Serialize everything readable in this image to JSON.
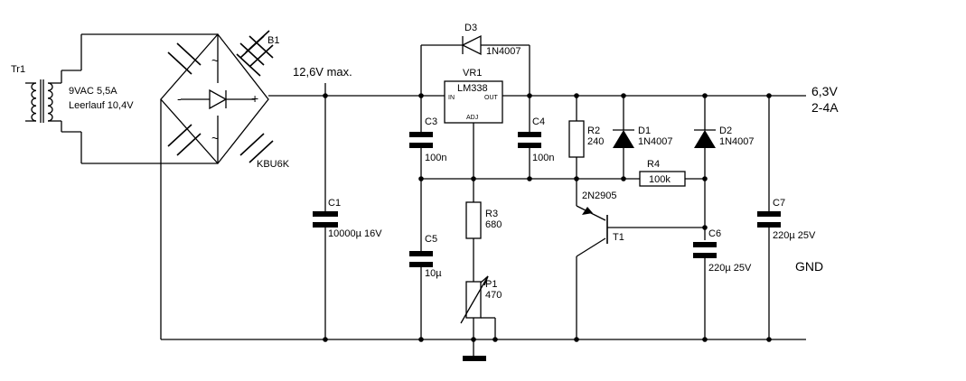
{
  "transformer": {
    "ref": "Tr1",
    "rating": "9VAC 5,5A",
    "idle": "Leerlauf 10,4V"
  },
  "bridge": {
    "ref": "B1",
    "part": "KBU6K",
    "minus": "-",
    "plus": "+",
    "ac_top": "~",
    "ac_bottom": "~"
  },
  "voltage_label": "12,6V max.",
  "regulator": {
    "ref": "VR1",
    "part": "LM338",
    "pin_in": "IN",
    "pin_out": "OUT",
    "pin_adj": "ADJ"
  },
  "d3": {
    "ref": "D3",
    "part": "1N4007"
  },
  "c1": {
    "ref": "C1",
    "value": "10000µ 16V"
  },
  "c3": {
    "ref": "C3",
    "value": "100n"
  },
  "c4": {
    "ref": "C4",
    "value": "100n"
  },
  "c5": {
    "ref": "C5",
    "value": "10µ"
  },
  "c6": {
    "ref": "C6",
    "value": "220µ 25V"
  },
  "c7": {
    "ref": "C7",
    "value": "220µ 25V"
  },
  "r2": {
    "ref": "R2",
    "value": "240"
  },
  "r3": {
    "ref": "R3",
    "value": "680"
  },
  "r4": {
    "ref": "R4",
    "value": "100k"
  },
  "p1": {
    "ref": "P1",
    "value": "470"
  },
  "d1": {
    "ref": "D1",
    "part": "1N4007"
  },
  "d2": {
    "ref": "D2",
    "part": "1N4007"
  },
  "t1": {
    "ref": "T1",
    "part": "2N2905"
  },
  "output": {
    "voltage": "6,3V",
    "current": "2-4A",
    "gnd": "GND"
  }
}
